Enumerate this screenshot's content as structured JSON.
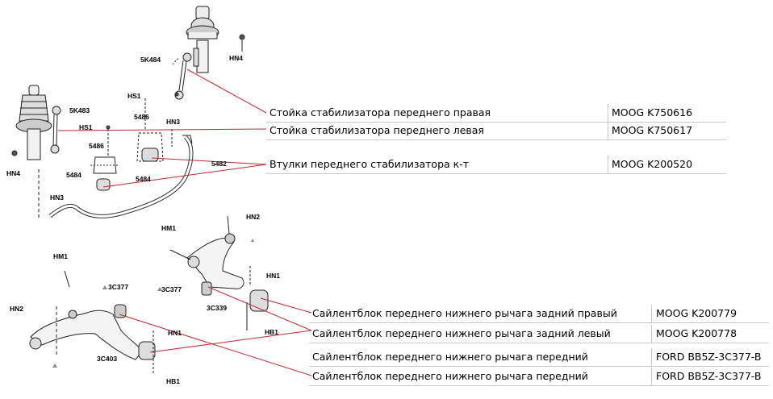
{
  "part_labels": {
    "top_right_link": "5K484",
    "top_right_nut": "HN4",
    "hs1_right": "HS1",
    "bushing_5486_right": "5486",
    "hn3_top": "HN3",
    "bushing_5484_right": "5484",
    "stabilizer_bar": "5482",
    "left_link": "5K483",
    "hs1_left": "HS1",
    "bushing_5486_left": "5486",
    "hn4_left": "HN4",
    "bushing_5484_left": "5484",
    "hn3_left": "HN3",
    "hm1_right": "HM1",
    "hn2_right": "HN2",
    "hn1_right": "HN1",
    "c377_right": "3C377",
    "c339": "3C339",
    "hb1_right": "HB1",
    "hm1_left": "HM1",
    "hn2_left": "HN2",
    "c377_left": "3C377",
    "hn1_left": "HN1",
    "c403": "3C403",
    "hb1_left": "HB1"
  },
  "parts_table": [
    {
      "description": "Стойка стабилизатора переднего правая",
      "part_number": "MOOG  K750616"
    },
    {
      "description": "Стойка стабилизатора переднего левая",
      "part_number": "MOOG  K750617"
    },
    {
      "description": "Втулки переднего стабилизатора к-т",
      "part_number": "MOOG K200520"
    },
    {
      "description": "Сайлентблок переднего нижнего рычага задний правый",
      "part_number": "MOOG  K200779"
    },
    {
      "description": "Сайлентблок переднего нижнего рычага задний левый",
      "part_number": "MOOG  K200778"
    },
    {
      "description": "Сайлентблок переднего нижнего рычага передний",
      "part_number": "FORD BB5Z-3C377-B"
    },
    {
      "description": "Сайлентблок переднего нижнего рычага передний",
      "part_number": "FORD BB5Z-3C377-B"
    }
  ],
  "colors": {
    "leader_line": "#c0282d",
    "drawing": "#222222",
    "grid": "#c8c8c8"
  }
}
